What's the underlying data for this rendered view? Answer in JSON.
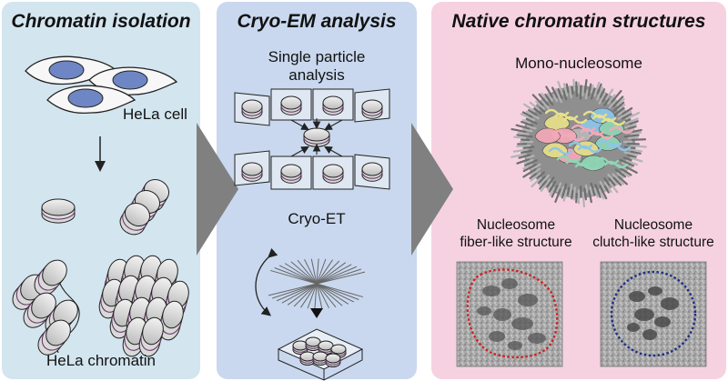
{
  "panels": [
    {
      "title": "Chromatin isolation",
      "bg": "#d3e5ef"
    },
    {
      "title": "Cryo-EM analysis",
      "bg": "#c9d8ee"
    },
    {
      "title": "Native chromatin structures",
      "bg": "#f6d2e1"
    }
  ],
  "isolation": {
    "cell_label": "HeLa cell",
    "chromatin_label": "HeLa chromatin"
  },
  "cryo_em": {
    "spa_label_line1": "Single particle",
    "spa_label_line2": "analysis",
    "et_label": "Cryo-ET"
  },
  "structures": {
    "mono_label": "Mono-nucleosome",
    "fiber_label_line1": "Nucleosome",
    "fiber_label_line2": "fiber-like structure",
    "clutch_label_line1": "Nucleosome",
    "clutch_label_line2": "clutch-like structure"
  },
  "colors": {
    "nucleus": "#6f86c4",
    "fiber_outline": "#cc2222",
    "clutch_outline": "#1f2f86",
    "panel_arrow": "#808080"
  }
}
